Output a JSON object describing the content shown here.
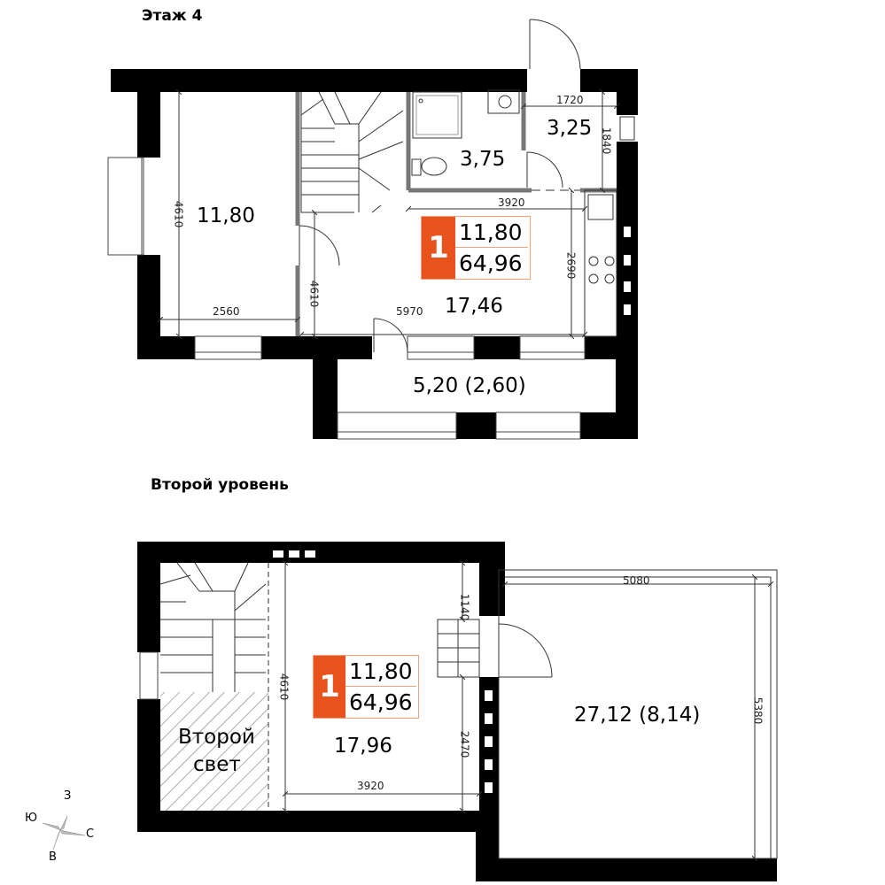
{
  "floor4": {
    "title": "Этаж 4",
    "rooms": {
      "bedroom": "11,80",
      "bathroom": "3,75",
      "wc": "3,25",
      "living": "17,46",
      "balcony": "5,20 (2,60)"
    },
    "dims": {
      "bedroom_h": "4610",
      "bedroom_w": "2560",
      "hall_h": "4610",
      "living_w": "5970",
      "bath_w": "3920",
      "kitchen_h": "2690",
      "wc_w": "1720",
      "wc_h": "1840"
    },
    "badge": {
      "number": "1",
      "living_area": "11,80",
      "total_area": "64,96"
    }
  },
  "level2": {
    "title": "Второй уровень",
    "rooms": {
      "second_light_line1": "Второй",
      "second_light_line2": "свет",
      "room": "17,96",
      "terrace": "27,12 (8,14)"
    },
    "dims": {
      "room_h": "4610",
      "room_w": "3920",
      "door_h": "1140",
      "wall_h": "2470",
      "terrace_w": "5080",
      "terrace_h": "5380"
    },
    "badge": {
      "number": "1",
      "living_area": "11,80",
      "total_area": "64,96"
    }
  },
  "compass": {
    "north": "С",
    "south": "Ю",
    "east": "В",
    "west": "З"
  },
  "colors": {
    "wall": "#000000",
    "accent": "#e8531d",
    "accent_light": "#f2a57a",
    "dim_line": "#333333"
  }
}
